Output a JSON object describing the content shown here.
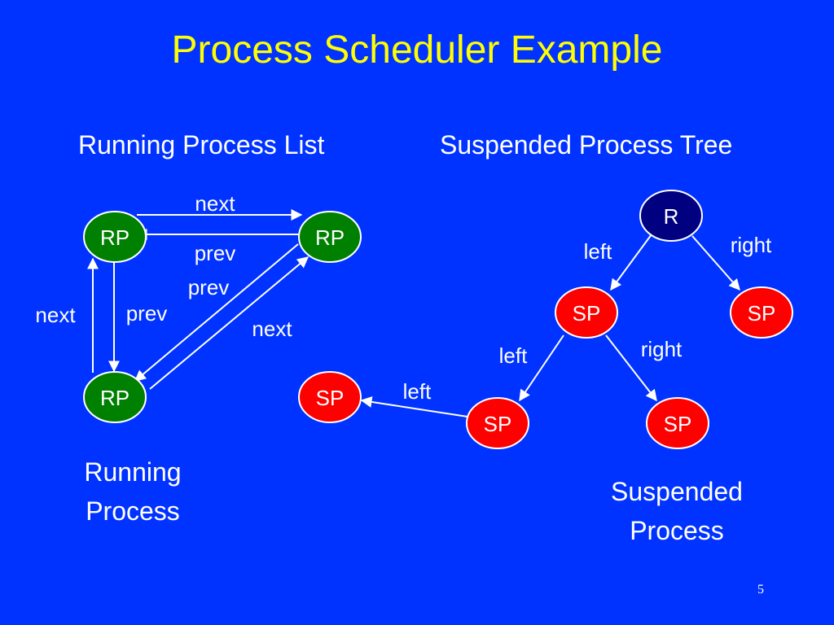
{
  "title": "Process Scheduler Example",
  "subtitles": {
    "running_list": "Running Process List",
    "suspended_tree": "Suspended Process Tree"
  },
  "captions": {
    "running": "Running\nProcess",
    "suspended": "Suspended\nProcess"
  },
  "page_number": "5",
  "colors": {
    "background": "#0033ff",
    "title": "#ffff00",
    "running_node": "#008000",
    "suspended_node": "#ff0000",
    "root_node": "#000080",
    "edge": "#ffffff"
  },
  "nodes": {
    "rp_top_left": "RP",
    "rp_top_right": "RP",
    "rp_bottom": "RP",
    "root": "R",
    "sp_left": "SP",
    "sp_right": "SP",
    "sp_left_left": "SP",
    "sp_left_right": "SP",
    "sp_far_left": "SP"
  },
  "edge_labels": {
    "next_top": "next",
    "prev_top": "prev",
    "next_left": "next",
    "prev_left": "prev",
    "prev_diag": "prev",
    "next_diag": "next",
    "root_left": "left",
    "root_right": "right",
    "sp_left": "left",
    "sp_right": "right",
    "sp_far_left": "left"
  }
}
